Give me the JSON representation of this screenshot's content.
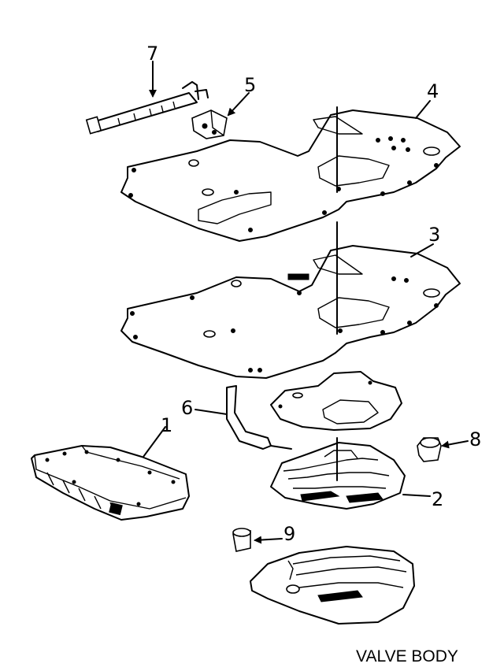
{
  "title": "VALVE BODY",
  "callouts": [
    "1",
    "2",
    "3",
    "4",
    "5",
    "6",
    "7",
    "8",
    "9"
  ]
}
